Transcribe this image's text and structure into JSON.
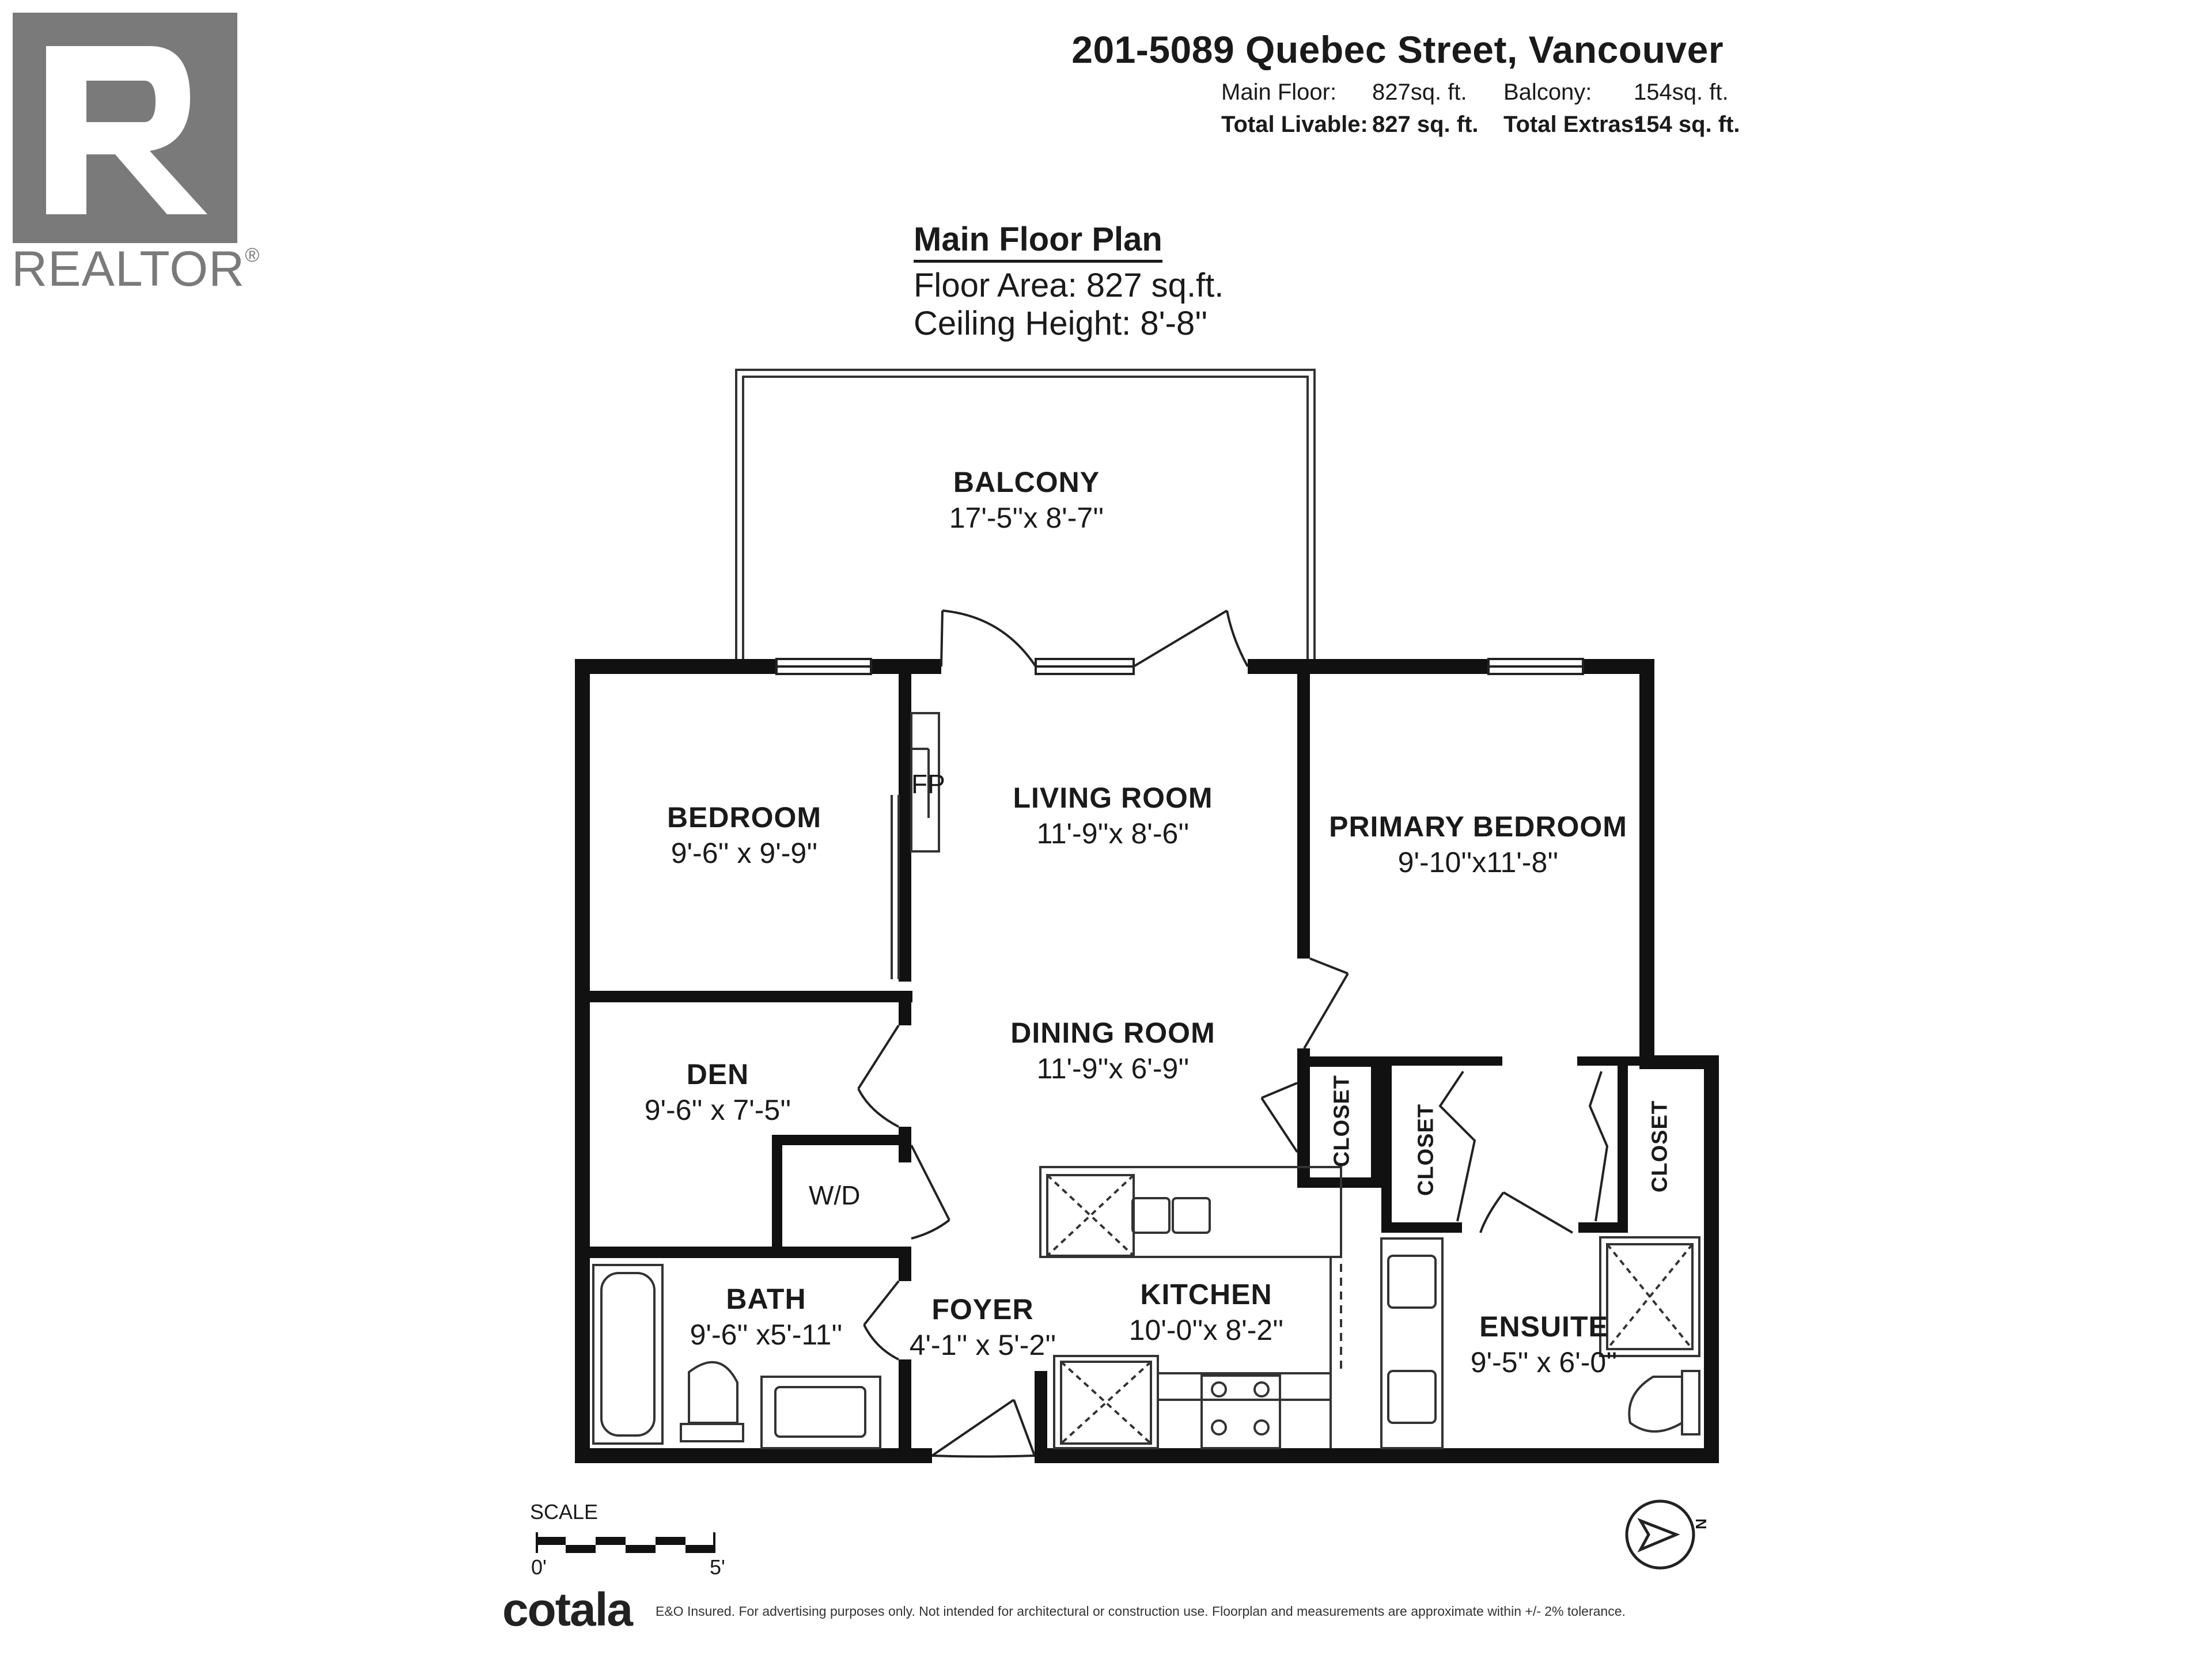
{
  "logo": {
    "brand_text": "REALTOR",
    "mark": "®"
  },
  "header": {
    "address": "201-5089 Quebec Street, Vancouver",
    "main_floor_label": "Main Floor:",
    "main_floor_value": "827sq. ft.",
    "balcony_label": "Balcony:",
    "balcony_value": "154sq. ft.",
    "total_livable_label": "Total Livable:",
    "total_livable_value": "827 sq. ft.",
    "total_extras_label": "Total Extras:",
    "total_extras_value": "154 sq. ft."
  },
  "plan": {
    "title": "Main Floor Plan",
    "floor_area": "Floor Area: 827 sq.ft.",
    "ceiling_height": "Ceiling Height: 8'-8''"
  },
  "rooms": {
    "balcony": {
      "name": "BALCONY",
      "dims": "17'-5''x 8'-7''"
    },
    "bedroom": {
      "name": "BEDROOM",
      "dims": "9'-6'' x 9'-9''"
    },
    "living": {
      "name": "LIVING ROOM",
      "dims": "11'-9''x 8'-6''"
    },
    "primary": {
      "name": "PRIMARY BEDROOM",
      "dims": "9'-10''x11'-8''"
    },
    "dining": {
      "name": "DINING ROOM",
      "dims": "11'-9''x 6'-9''"
    },
    "den": {
      "name": "DEN",
      "dims": "9'-6'' x 7'-5''"
    },
    "bath": {
      "name": "BATH",
      "dims": "9'-6'' x5'-11''"
    },
    "foyer": {
      "name": "FOYER",
      "dims": "4'-1'' x 5'-2''"
    },
    "kitchen": {
      "name": "KITCHEN",
      "dims": "10'-0''x 8'-2''"
    },
    "ensuite": {
      "name": "ENSUITE",
      "dims": "9'-5'' x 6'-0''"
    }
  },
  "labels": {
    "fireplace": "FP",
    "washer_dryer": "W/D",
    "closet_1": "CLOSET",
    "closet_2": "CLOSET",
    "closet_3": "CLOSET"
  },
  "scale": {
    "title": "SCALE",
    "start": "0'",
    "end": "5'"
  },
  "compass": {
    "letter": "N"
  },
  "footer": {
    "brand": "cotala",
    "disclaimer": "E&O Insured. For advertising purposes only. Not intended for architectural or construction use. Floorplan and measurements are approximate within +/- 2% tolerance."
  }
}
